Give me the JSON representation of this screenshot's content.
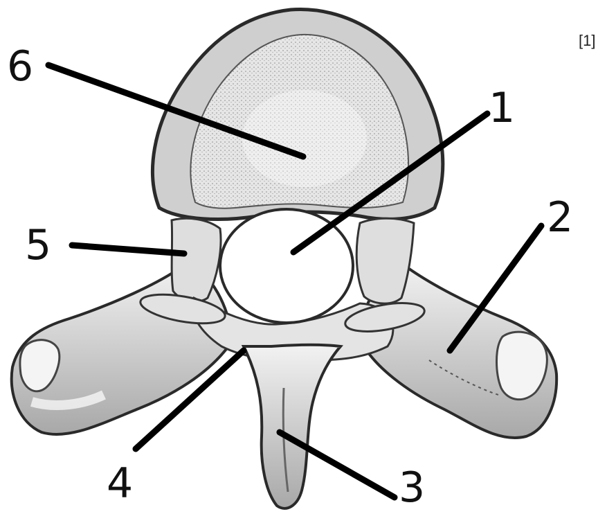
{
  "figure": {
    "reference": "[1]",
    "labels": [
      {
        "id": "label-1",
        "text": "1"
      },
      {
        "id": "label-2",
        "text": "2"
      },
      {
        "id": "label-3",
        "text": "3"
      },
      {
        "id": "label-4",
        "text": "4"
      },
      {
        "id": "label-5",
        "text": "5"
      },
      {
        "id": "label-6",
        "text": "6"
      }
    ]
  },
  "colors": {
    "bone_light": "#f0f0f0",
    "bone_mid": "#c8c8c8",
    "bone_shadow": "#3a3a3a",
    "facet": "#e2e2e2",
    "leader_line": "#000000",
    "label_text": "#111111"
  }
}
